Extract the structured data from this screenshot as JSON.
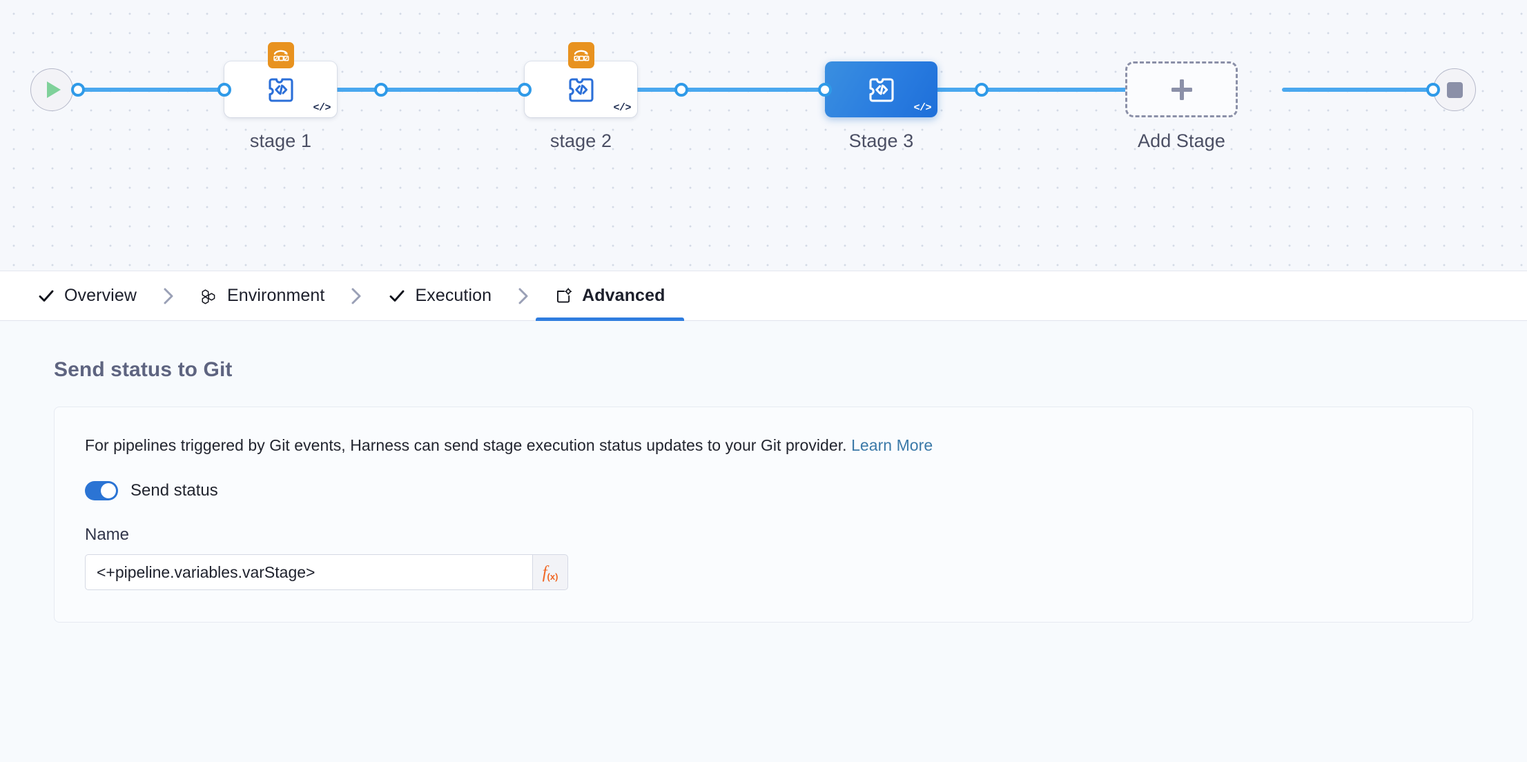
{
  "canvas": {
    "start_node": {
      "name": "pipeline-start",
      "icon": "play-icon"
    },
    "end_node": {
      "name": "pipeline-end",
      "icon": "stop-icon"
    },
    "nodes": [
      {
        "label": "stage 1",
        "type": "custom-stage",
        "selected": false,
        "badge": "matrix-looping-icon",
        "code_mark": "</>"
      },
      {
        "label": "stage 2",
        "type": "custom-stage",
        "selected": false,
        "badge": "matrix-looping-icon",
        "code_mark": "</>"
      },
      {
        "label": "Stage 3",
        "type": "custom-stage",
        "selected": true,
        "badge": null,
        "code_mark": "</>"
      },
      {
        "label": "Add Stage",
        "type": "add-stage",
        "selected": false,
        "badge": null,
        "code_mark": null
      }
    ],
    "colors": {
      "edge": "#4aa8ef",
      "selected_node": "#2a7de0",
      "badge": "#e8921f",
      "play": "#7fd19a",
      "stop": "#8b90a8"
    }
  },
  "tabs": {
    "items": [
      {
        "label": "Overview",
        "icon": "check-icon",
        "active": false,
        "complete": true
      },
      {
        "label": "Environment",
        "icon": "infrastructure-icon",
        "active": false,
        "complete": false
      },
      {
        "label": "Execution",
        "icon": "check-icon",
        "active": false,
        "complete": true
      },
      {
        "label": "Advanced",
        "icon": "advanced-gear-icon",
        "active": true,
        "complete": false
      }
    ],
    "separator": "chevron-right-icon",
    "active_color": "#2f7ddf"
  },
  "content": {
    "section_title": "Send status to Git",
    "description": "For pipelines triggered by Git events, Harness can send stage execution status updates to your Git provider.",
    "learn_more": "Learn More",
    "toggle": {
      "label": "Send status",
      "on": true
    },
    "name_field": {
      "label": "Name",
      "value": "<+pipeline.variables.varStage>",
      "placeholder": "",
      "expression_button": "f(x)"
    }
  }
}
